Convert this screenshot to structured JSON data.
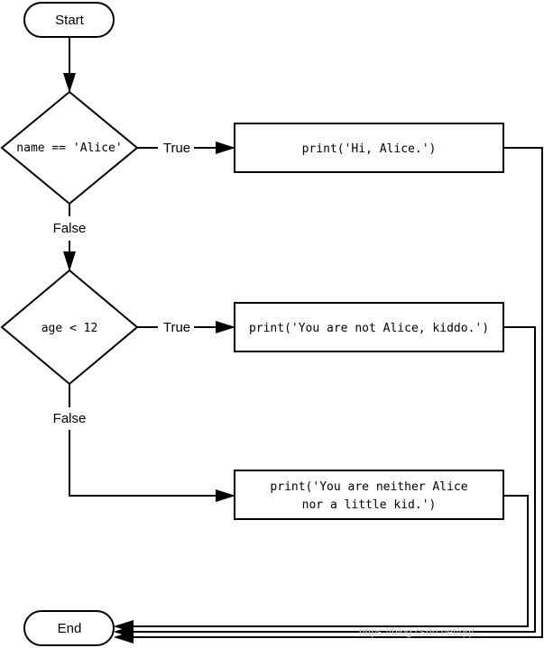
{
  "flowchart": {
    "start": "Start",
    "end": "End",
    "decision_name": "name == 'Alice'",
    "decision_age": "age < 12",
    "true_label_1": "True",
    "true_label_2": "True",
    "false_label_1": "False",
    "false_label_2": "False",
    "action_hi": "print('Hi, Alice.')",
    "action_kiddo": "print('You are not Alice, kiddo.')",
    "action_neither_line1": "print('You are neither Alice",
    "action_neither_line2": "nor a little kid.')"
  },
  "watermark": "https://blog.csdn.net/qq/..."
}
